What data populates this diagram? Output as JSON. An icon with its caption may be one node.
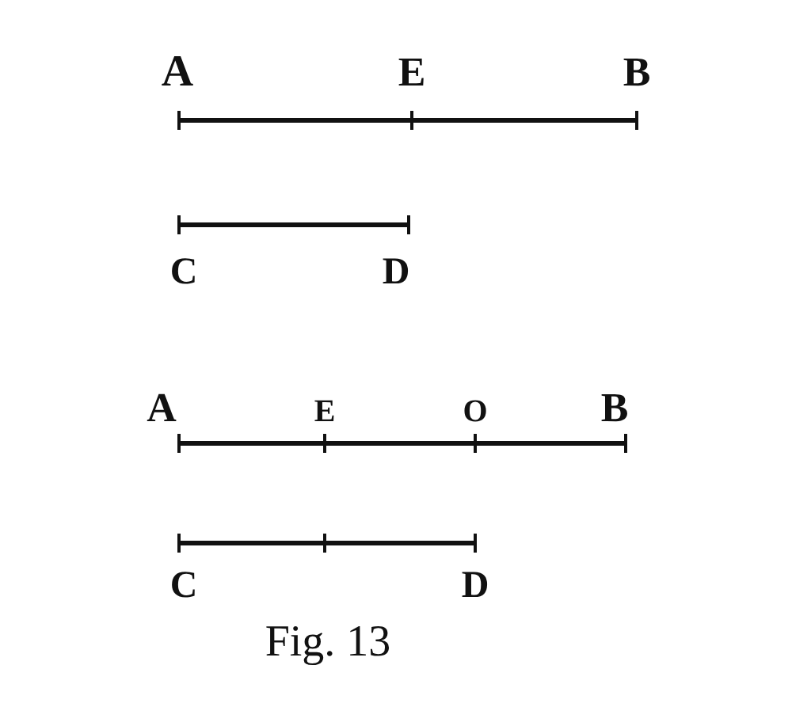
{
  "diagram": {
    "caption": "Fig. 13",
    "labels": [
      "A",
      "E",
      "B",
      "C",
      "D",
      "A",
      "E",
      "O",
      "B",
      "C",
      "D"
    ]
  }
}
